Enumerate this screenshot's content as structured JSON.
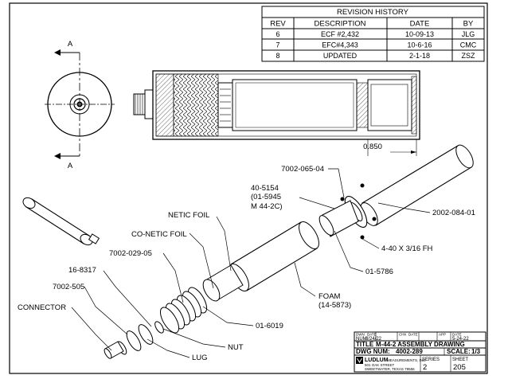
{
  "revision_history": {
    "title": "REVISION HISTORY",
    "columns": [
      "REV",
      "DESCRIPTION",
      "DATE",
      "BY"
    ],
    "rows": [
      [
        "6",
        "ECF #2,432",
        "10-09-13",
        "JLG"
      ],
      [
        "7",
        "EFC#4,343",
        "10-6-16",
        "CMC"
      ],
      [
        "8",
        "UPDATED",
        "2-1-18",
        "ZSZ"
      ]
    ]
  },
  "section_marker": {
    "top": "A",
    "bottom": "A"
  },
  "dimension": "0.850",
  "callouts": {
    "p7002_065_04": "7002-065-04",
    "p40_5154": "40-5154",
    "p01_5945": "(01-5945",
    "m44_2c": "M 44-2C)",
    "p2002_084_01": "2002-084-01",
    "netic_foil": "NETIC FOIL",
    "co_netic_foil": "CO-NETIC FOIL",
    "p7002_029_05": "7002-029-05",
    "p16_8317": "16-8317",
    "p7002_505": "7002-505",
    "connector": "CONNECTOR",
    "screw": "4-40 X 3/16 FH",
    "p01_5786": "01-5786",
    "foam": "FOAM",
    "foam_pn": "(14-5873)",
    "p01_6019": "01-6019",
    "nut": "NUT",
    "lug": "LUG"
  },
  "title_block": {
    "dwn_label": "DWN",
    "dwn_value": "NUM",
    "date1_label": "DATE",
    "date1_value": "8/24/22",
    "chk_label": "CHK",
    "date2_label": "DATE",
    "app_label": "APP",
    "date3_label": "DATE",
    "date3_value": "5-24-22",
    "title_label": "TITLE",
    "title_value": "M-44-2 ASSEMBLY DRAWING",
    "dwg_label": "DWG NUM:",
    "dwg_value": "4002-289",
    "scale_label": "SCALE:",
    "scale_value": "1/3",
    "company_name": "LUDLUM",
    "company_line1": "MEASUREMENTS, INC.",
    "company_line2": "501 OAK STREET",
    "company_line3": "SWEETWATER, TEXAS 79556",
    "series_label": "SERIES",
    "series_value": "2",
    "sheet_label": "SHEET",
    "sheet_value": "205"
  }
}
